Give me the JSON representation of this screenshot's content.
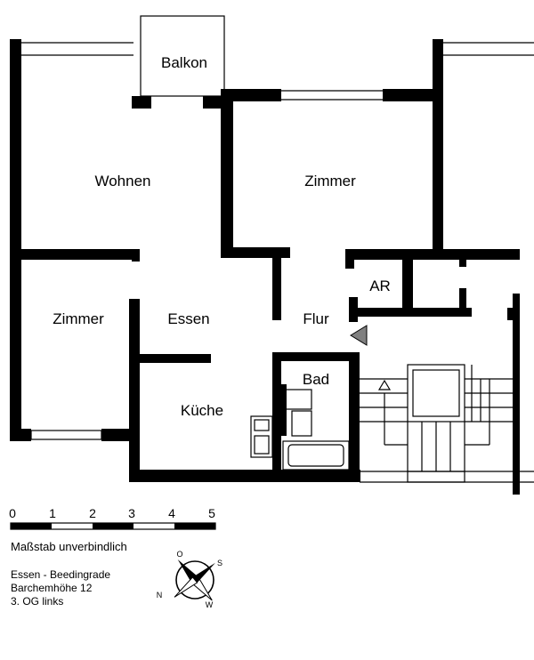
{
  "rooms": {
    "balkon": "Balkon",
    "wohnen": "Wohnen",
    "zimmer_top": "Zimmer",
    "ar": "AR",
    "zimmer_left": "Zimmer",
    "essen": "Essen",
    "flur": "Flur",
    "bad": "Bad",
    "kueche": "Küche"
  },
  "scale": {
    "ticks": [
      "0",
      "1",
      "2",
      "3",
      "4",
      "5"
    ],
    "caption": "Maßstab unverbindlich"
  },
  "address": {
    "line1": "Essen - Beedingrade",
    "line2": "Barchemhöhe 12",
    "line3": "3. OG links"
  },
  "compass": {
    "n": "N",
    "o": "O",
    "s": "S",
    "w": "W"
  },
  "colors": {
    "wall": "#000000",
    "background": "#ffffff",
    "entrance_marker": "#808080"
  }
}
